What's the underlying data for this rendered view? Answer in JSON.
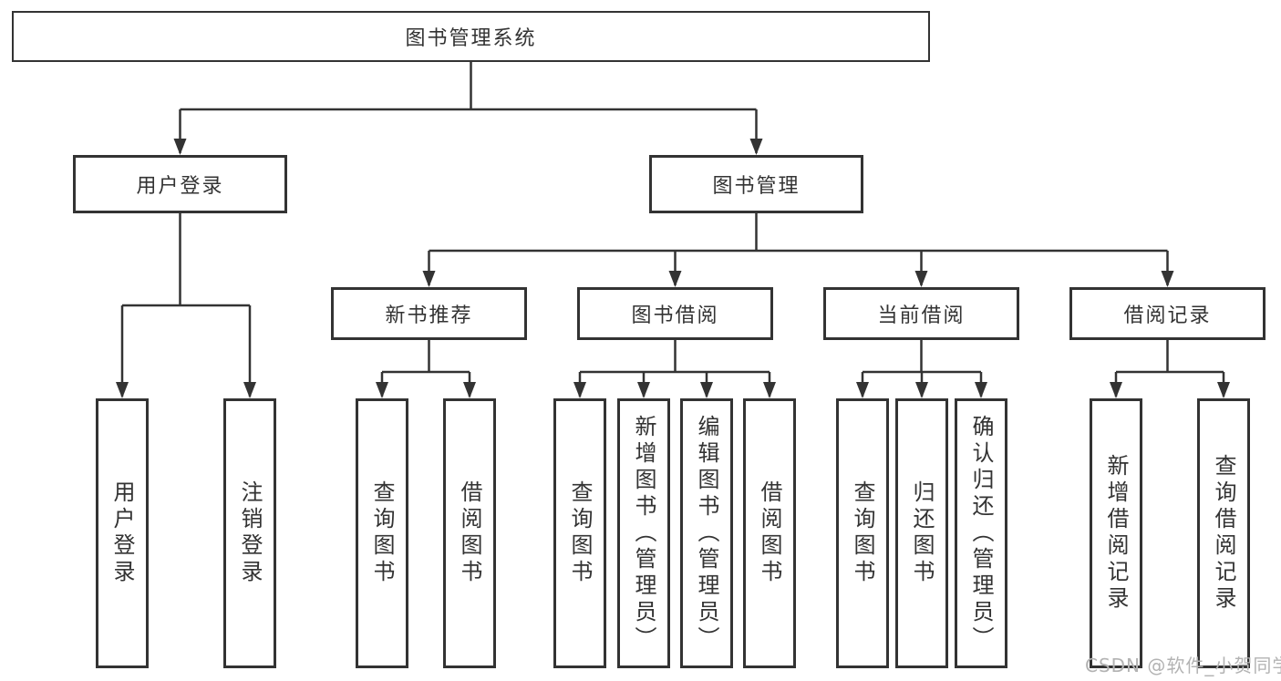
{
  "diagram": {
    "root": {
      "label": "图书管理系统"
    },
    "user_login": {
      "label": "用户登录"
    },
    "book_mgmt": {
      "label": "图书管理"
    },
    "new_book_rec": {
      "label": "新书推荐"
    },
    "book_borrow": {
      "label": "图书借阅"
    },
    "current_borrow": {
      "label": "当前借阅"
    },
    "borrow_records": {
      "label": "借阅记录"
    },
    "leaves": {
      "user_login": [
        "用户登录",
        "注销登录"
      ],
      "new_book_rec": [
        "查询图书",
        "借阅图书"
      ],
      "book_borrow": [
        "查询图书",
        "新增图书（管理员）",
        "编辑图书（管理员）",
        "借阅图书"
      ],
      "current_borrow": [
        "查询图书",
        "归还图书",
        "确认归还（管理员）"
      ],
      "borrow_records": [
        "新增借阅记录",
        "查询借阅记录"
      ]
    }
  },
  "watermark": "CSDN @软件_小贺同学",
  "colors": {
    "line": "#333333",
    "text": "#333333",
    "box_background": "#ffffff",
    "watermark_text": "#b3b3b3"
  }
}
